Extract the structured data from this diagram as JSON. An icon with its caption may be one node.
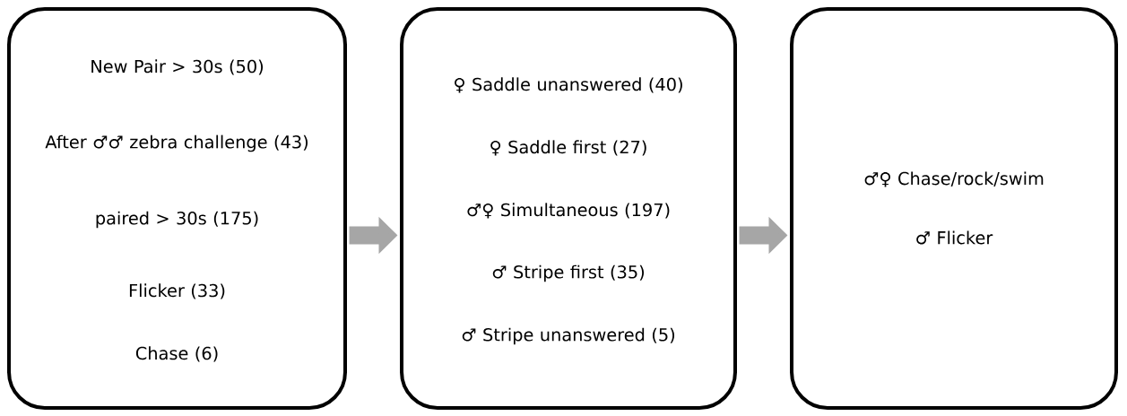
{
  "diagram": {
    "nodes": [
      {
        "text": [
          "New Pair > 30s (50)",
          "After ♂♂ zebra challenge (43)",
          "paired > 30s (175)",
          "Flicker (33)",
          "Chase (6)"
        ]
      },
      {
        "text": [
          "♀ Saddle unanswered (40)",
          "♀ Saddle first (27)",
          "♂♀ Simultaneous (197)",
          "♂ Stripe first (35)",
          "♂ Stripe unanswered (5)"
        ]
      },
      {
        "text": [
          "♂♀ Chase/rock/swim",
          "♂ Flicker"
        ]
      }
    ],
    "edges": [
      {
        "from": 0,
        "to": 1,
        "arrow": "to"
      },
      {
        "from": 1,
        "to": 2,
        "arrow": "to"
      }
    ]
  }
}
